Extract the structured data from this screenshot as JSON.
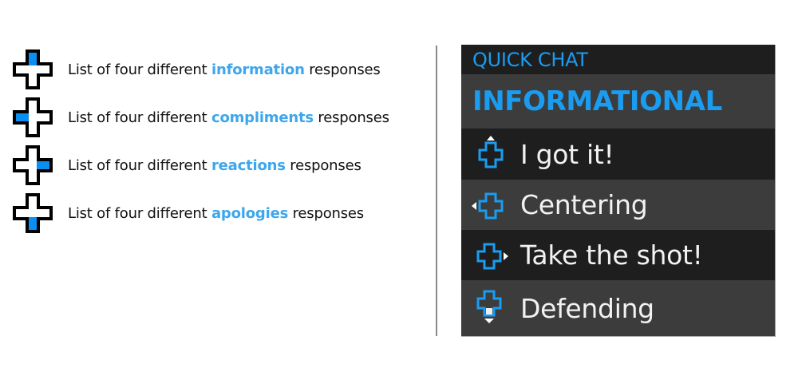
{
  "legend": {
    "items": [
      {
        "direction": "up",
        "prefix": "List of four different ",
        "keyword": "information",
        "suffix": " responses",
        "icon": "dpad-up-icon"
      },
      {
        "direction": "left",
        "prefix": "List of four different ",
        "keyword": "compliments",
        "suffix": " responses",
        "icon": "dpad-left-icon"
      },
      {
        "direction": "right",
        "prefix": "List of four different ",
        "keyword": "reactions",
        "suffix": " responses",
        "icon": "dpad-right-icon"
      },
      {
        "direction": "down",
        "prefix": "List of four different ",
        "keyword": "apologies",
        "suffix": " responses",
        "icon": "dpad-down-icon"
      }
    ]
  },
  "panel": {
    "title": "QUICK CHAT",
    "category": "INFORMATIONAL",
    "options": [
      {
        "direction": "up",
        "label": "I got it!",
        "icon": "dpad-up-icon"
      },
      {
        "direction": "left",
        "label": "Centering",
        "icon": "dpad-left-icon"
      },
      {
        "direction": "right",
        "label": "Take the shot!",
        "icon": "dpad-right-icon"
      },
      {
        "direction": "down",
        "label": "Defending",
        "icon": "dpad-down-icon"
      }
    ]
  },
  "colors": {
    "accent": "#1a9cf0",
    "legend_keyword": "#3ea6ec",
    "panel_dark": "#1e1e1e",
    "panel_light": "#3c3c3c",
    "option_text": "#f2f2f2",
    "divider": "#8a8a8a"
  }
}
